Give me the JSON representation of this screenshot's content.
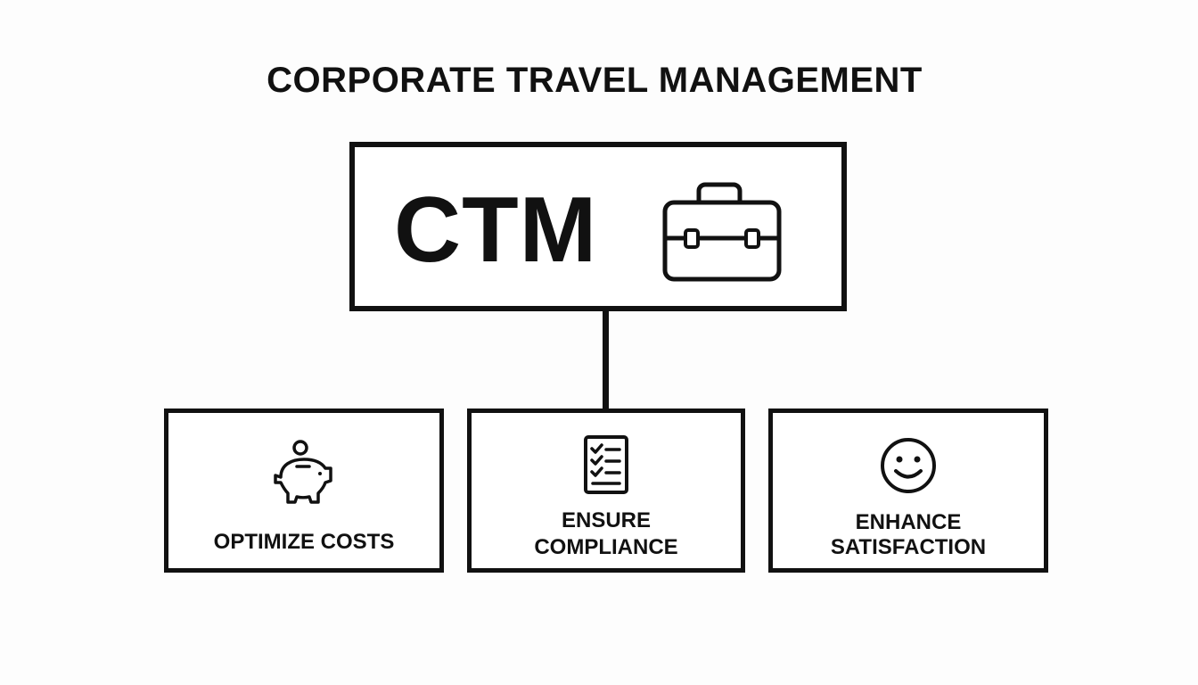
{
  "title": "CORPORATE TRAVEL MANAGEMENT",
  "main_node": {
    "label": "CTM",
    "icon": "briefcase-icon"
  },
  "children": [
    {
      "line1": "OPTIMIZE COSTS",
      "line2": "",
      "icon": "piggy-bank-icon"
    },
    {
      "line1": "ENSURE",
      "line2": "COMPLIANCE",
      "icon": "checklist-icon"
    },
    {
      "line1": "ENHANCE",
      "line2": "SATISFACTION",
      "icon": "smiley-face-icon"
    }
  ],
  "colors": {
    "stroke": "#111111",
    "background": "#ffffff"
  }
}
